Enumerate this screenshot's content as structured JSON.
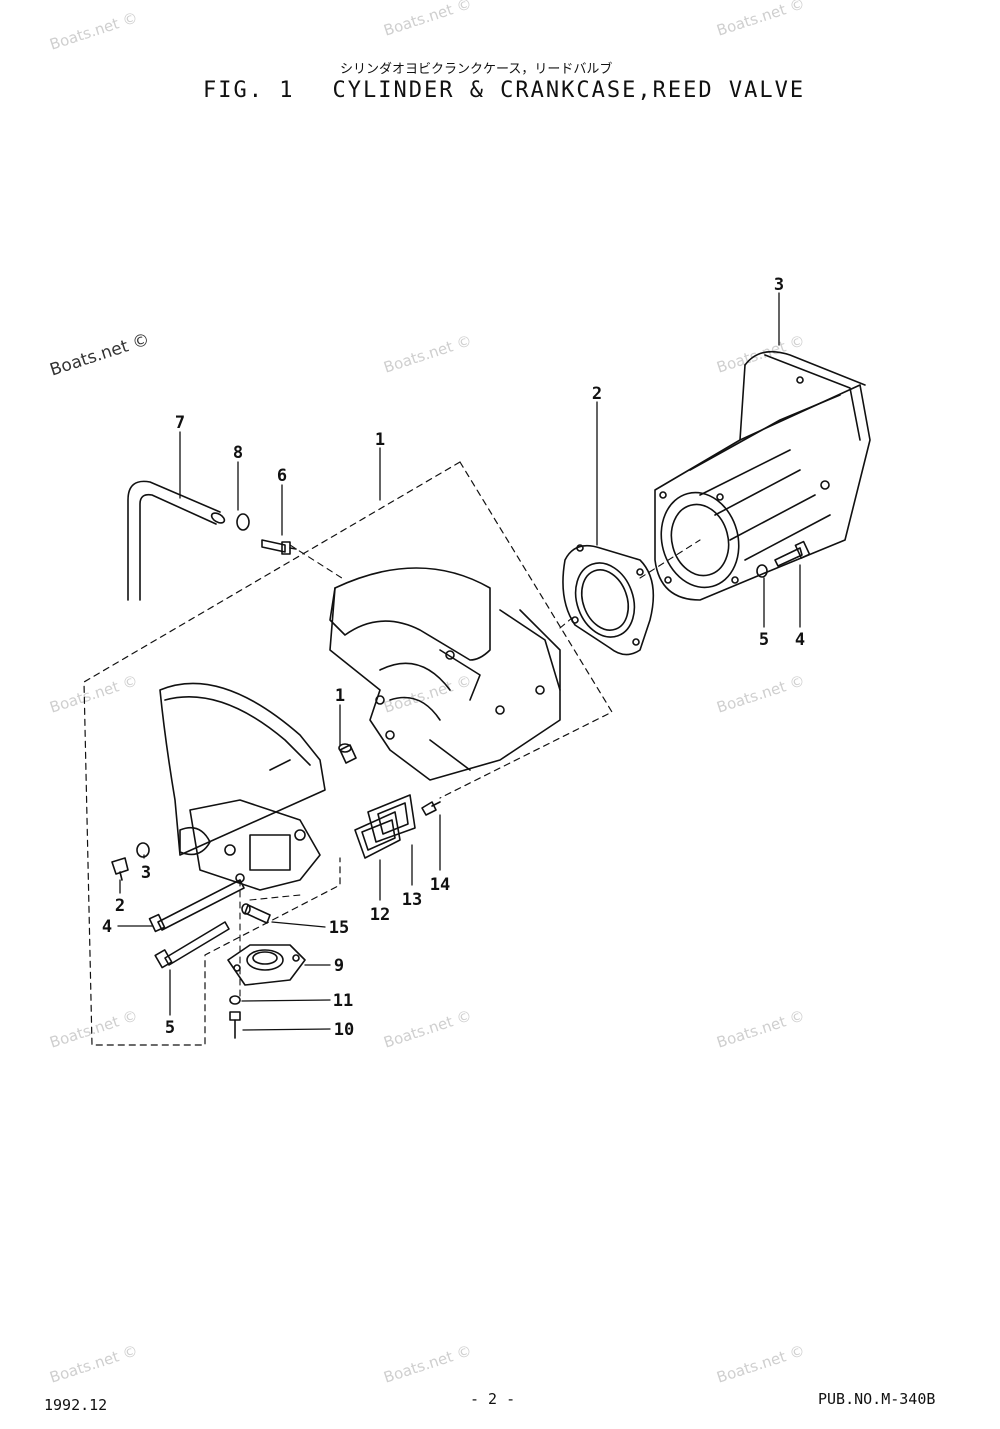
{
  "header": {
    "subtitle_jp": "シリンダオヨビクランクケース，リードバルブ",
    "fig_label": "FIG. 1",
    "fig_title": "CYLINDER & CRANKCASE,REED VALVE"
  },
  "footer": {
    "date": "1992.12",
    "page": "- 2 -",
    "pub_no": "PUB.NO.M-340B"
  },
  "watermark": "Boats.net ©",
  "callouts": {
    "c1a": "1",
    "c1b": "1",
    "c2a": "2",
    "c2b": "2",
    "c3a": "3",
    "c3b": "3",
    "c4a": "4",
    "c4b": "4",
    "c5a": "5",
    "c5b": "5",
    "c6": "6",
    "c7": "7",
    "c8": "8",
    "c9": "9",
    "c10": "10",
    "c11": "11",
    "c12": "12",
    "c13": "13",
    "c14": "14",
    "c15": "15"
  }
}
